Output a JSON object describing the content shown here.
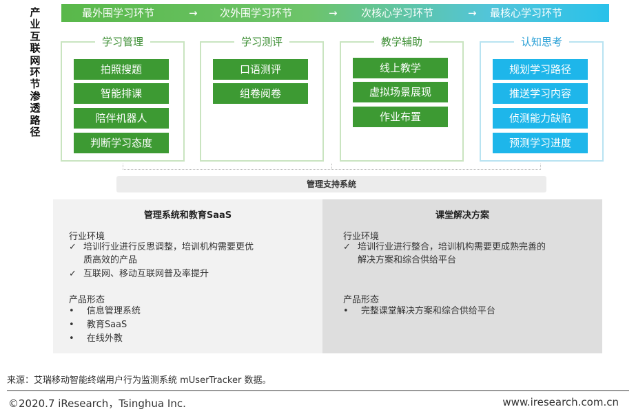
{
  "vertical_title": [
    "产",
    "业",
    "互",
    "联",
    "网",
    "环",
    "节",
    "渗",
    "透",
    "路",
    "径"
  ],
  "banner": {
    "stages": [
      "最外围学习环节",
      "次外围学习环节",
      "次核心学习环节",
      "最核心学习环节"
    ],
    "arrow": "→"
  },
  "modules": [
    {
      "title": "学习管理",
      "items": [
        "拍照搜题",
        "智能排课",
        "陪伴机器人",
        "判断学习态度"
      ]
    },
    {
      "title": "学习测评",
      "items": [
        "口语测评",
        "组卷阅卷"
      ]
    },
    {
      "title": "教学辅助",
      "items": [
        "线上教学",
        "虚拟场景展现",
        "作业布置"
      ]
    },
    {
      "title": "认知思考",
      "items": [
        "规划学习路径",
        "推送学习内容",
        "侦测能力缺陷",
        "预测学习进度"
      ]
    }
  ],
  "support_label": "管理支持系统",
  "panels": {
    "left": {
      "title": "管理系统和教育SaaS",
      "env_head": "行业环境",
      "env_items": [
        "培训行业进行反思调整，培训机构需要更优",
        "质高效的产品",
        "互联网、移动互联网普及率提升"
      ],
      "form_head": "产品形态",
      "form_items": [
        "信息管理系统",
        "教育SaaS",
        "在线外教"
      ]
    },
    "right": {
      "title": "课堂解决方案",
      "env_head": "行业环境",
      "env_items": [
        "培训行业进行整合，培训机构需要更成熟完善的",
        "解决方案和综合供给平台"
      ],
      "form_head": "产品形态",
      "form_items": [
        "完整课堂解决方案和综合供给平台"
      ]
    },
    "check_mark": "✓",
    "bullet_mark": "•"
  },
  "footer": {
    "source": "来源：艾瑞移动智能终端用户行为监测系统 mUserTracker 数据。",
    "copyright": "©2020.7 iResearch，Tsinghua Inc.",
    "website": "www.iresearch.com.cn"
  },
  "colors": {
    "green": "#3d9a33",
    "blue": "#1eb6ea",
    "banner_start": "#59b84a",
    "banner_end": "#29c1ea"
  }
}
